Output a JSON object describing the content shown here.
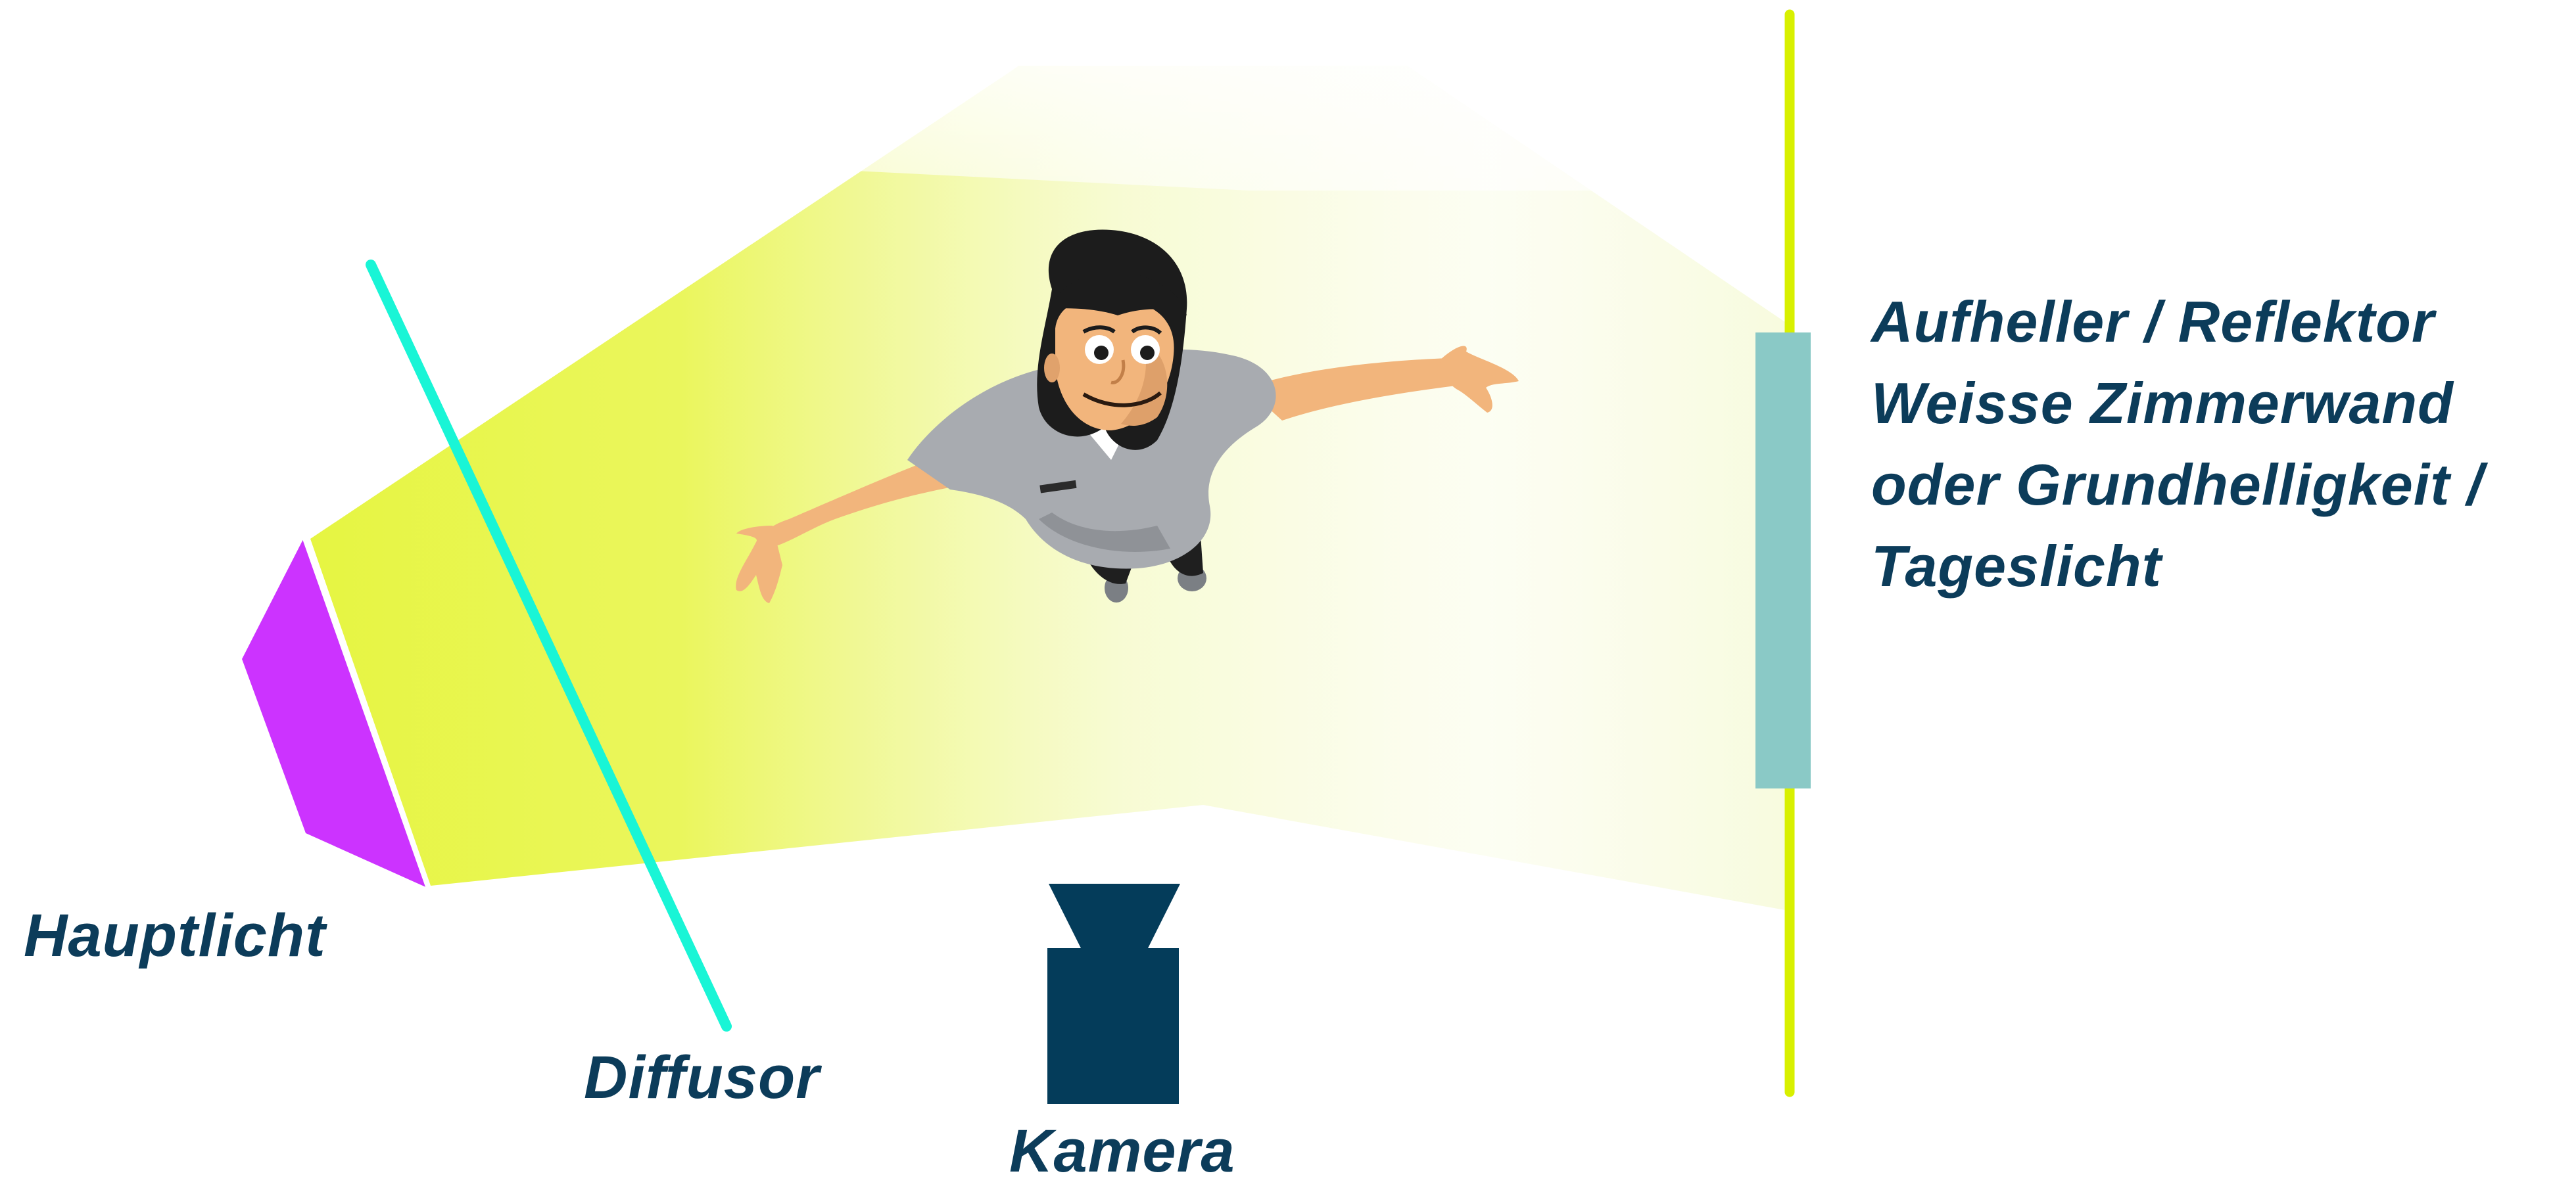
{
  "labels": {
    "main_light": "Hauptlicht",
    "diffuser": "Diffusor",
    "camera": "Kamera",
    "reflector_lines": [
      "Aufheller / Reflektor",
      "Weisse Zimmerwand",
      "oder Grundhelligkeit /",
      "Tageslicht"
    ]
  },
  "colors": {
    "main_light": "#cc33ff",
    "light_beam": "#e6f542",
    "diffuser": "#19f5d6",
    "camera": "#043c5a",
    "reflector_panel": "#8ac9c6",
    "reflector_stand": "#d8f000",
    "text": "#0c3c5a"
  },
  "icons": {
    "camera": "camera-icon",
    "person": "person-figure",
    "light": "light-source"
  }
}
